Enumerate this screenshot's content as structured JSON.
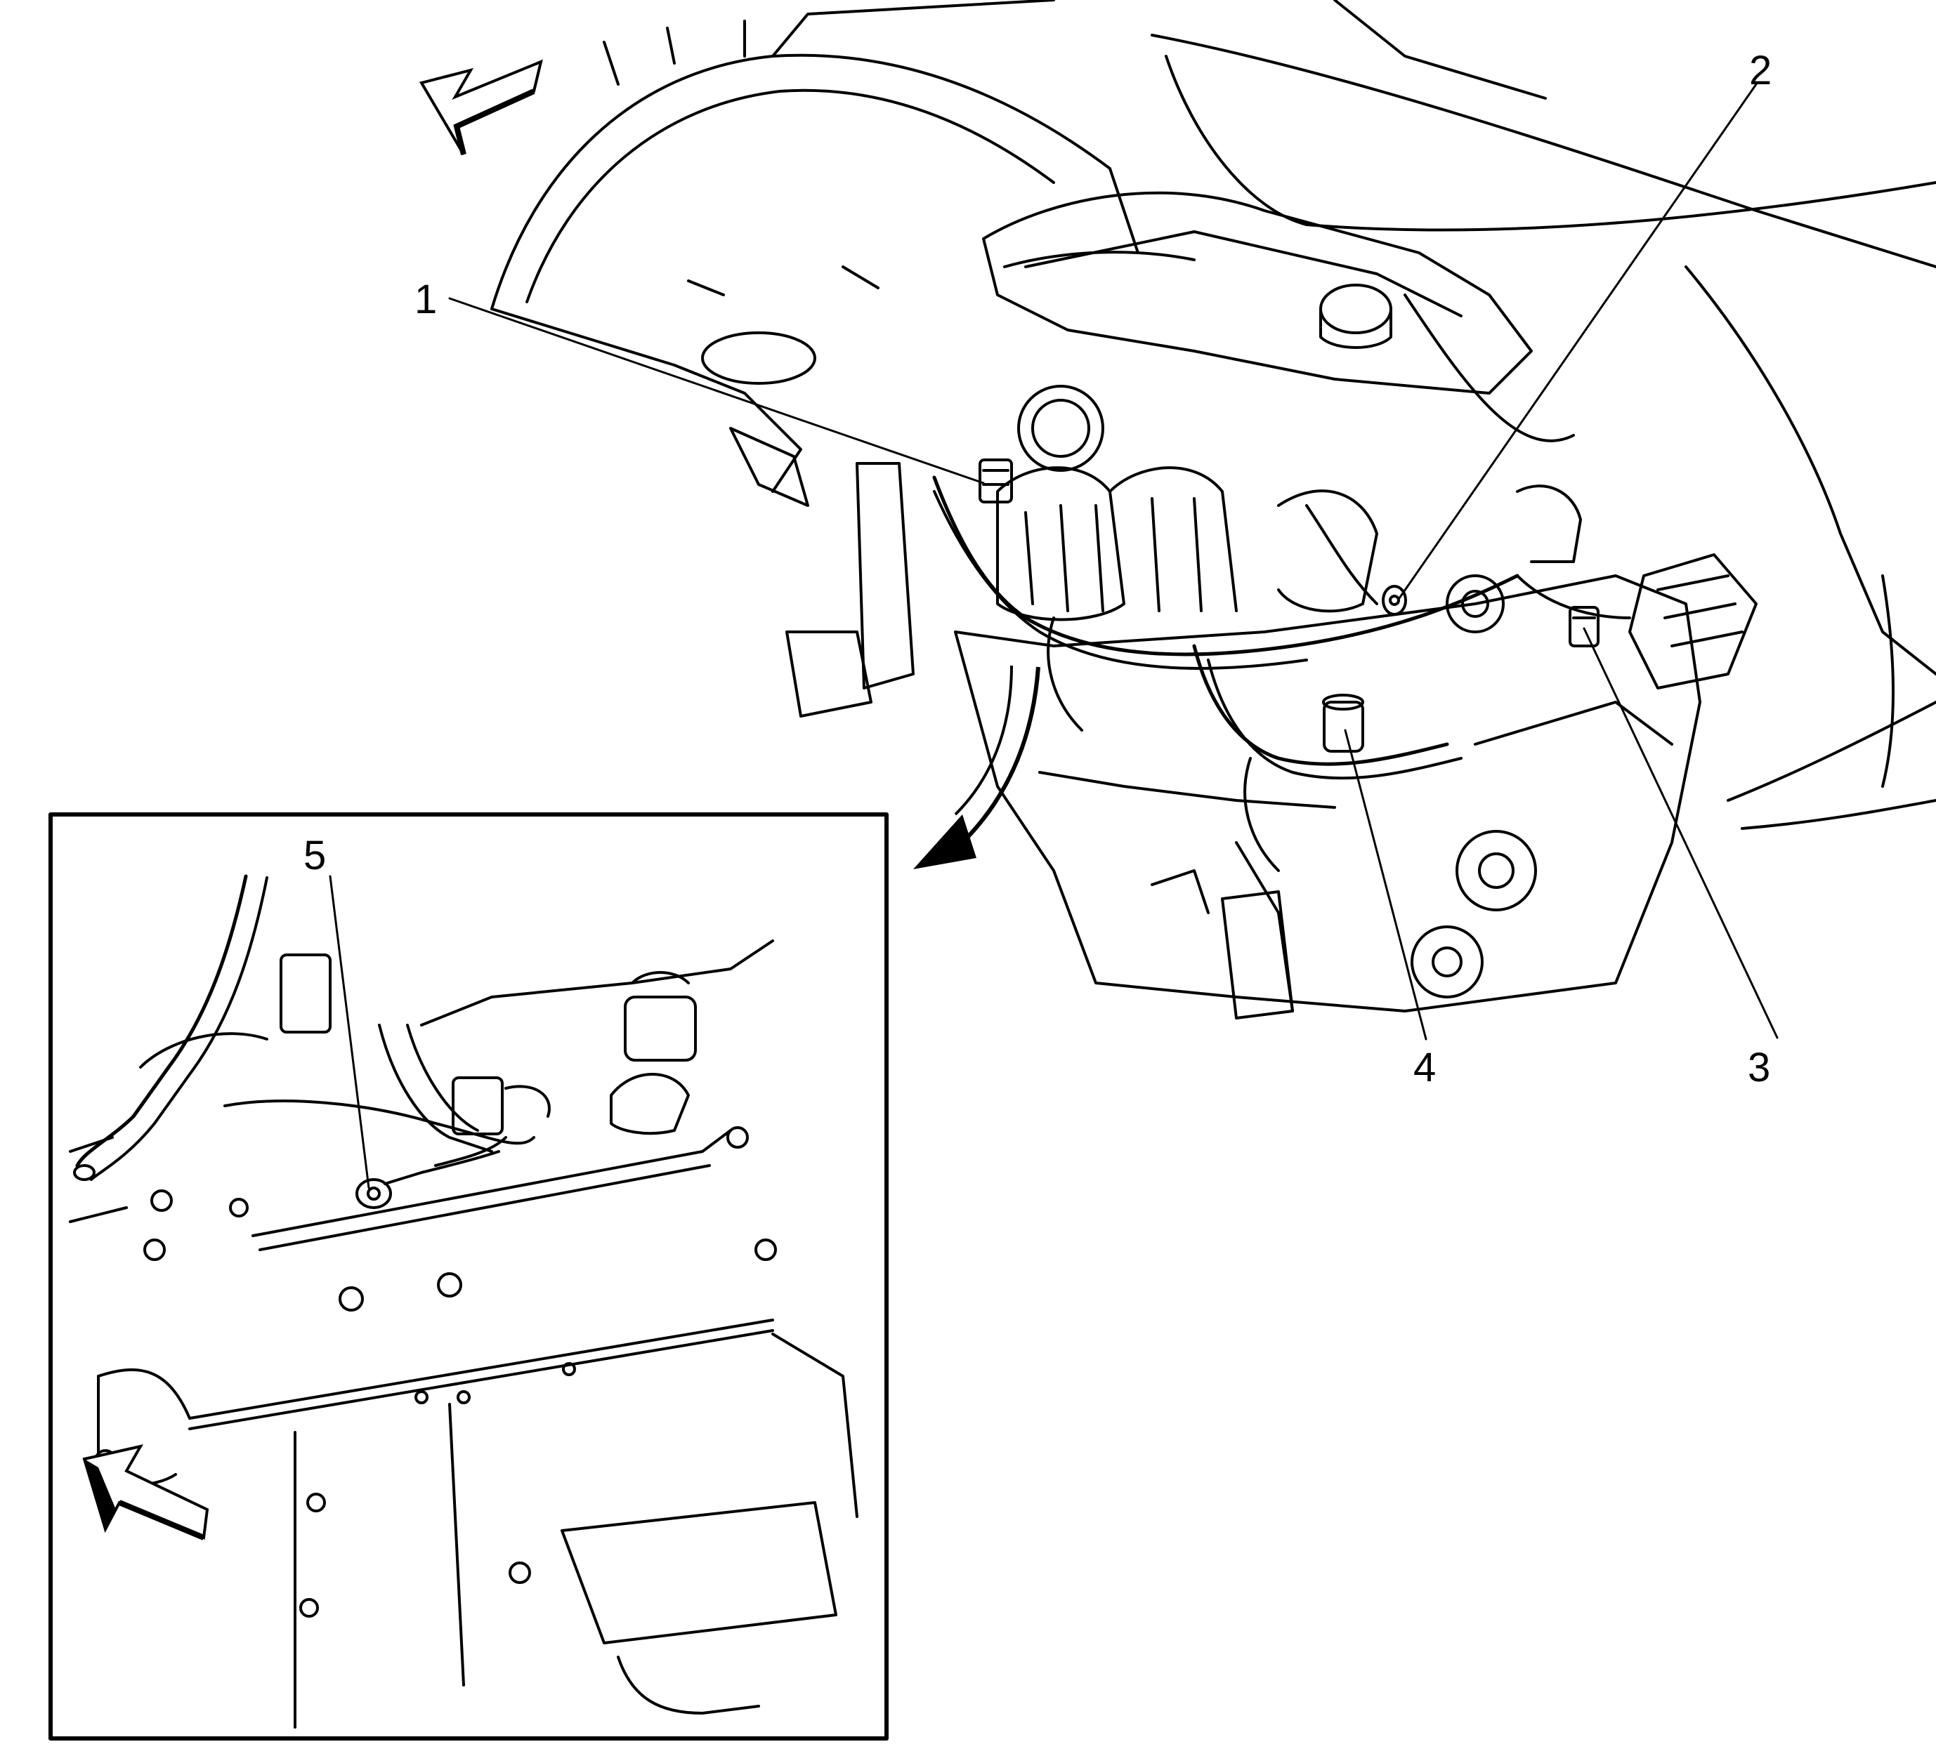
{
  "callouts": [
    {
      "id": "1",
      "label": "1"
    },
    {
      "id": "2",
      "label": "2"
    },
    {
      "id": "3",
      "label": "3"
    },
    {
      "id": "4",
      "label": "4"
    },
    {
      "id": "5",
      "label": "5"
    }
  ],
  "icons": {
    "direction_arrow_main": "front-direction-arrow-icon",
    "direction_arrow_inset": "front-direction-arrow-icon",
    "detail_arrow": "curved-detail-arrow-icon"
  },
  "colors": {
    "line": "#000000",
    "background": "#ffffff"
  }
}
